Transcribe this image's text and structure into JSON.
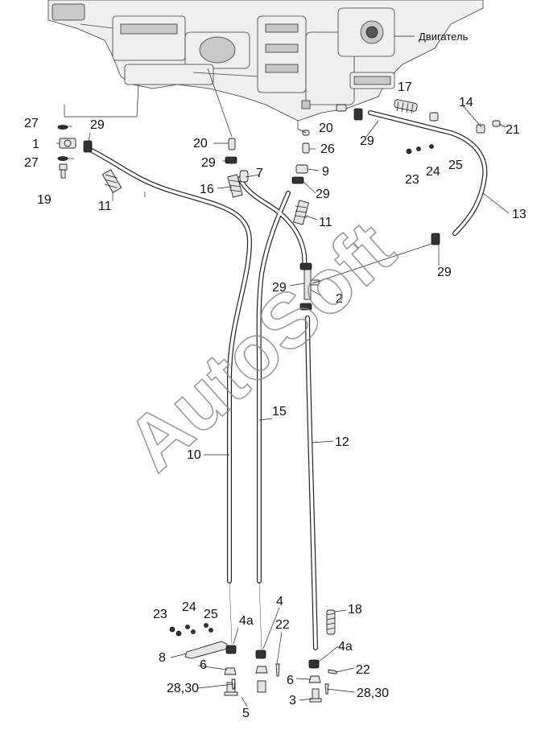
{
  "engine_label": "Двигатель",
  "watermark": "AutoSoft",
  "labels": {
    "l1": "1",
    "l2": "2",
    "l3": "3",
    "l4a": "4",
    "l4b": "4а",
    "l4c": "4а",
    "l5": "5",
    "l6a": "6",
    "l6b": "6",
    "l7": "7",
    "l8": "8",
    "l9": "9",
    "l10": "10",
    "l11a": "11",
    "l11b": "11",
    "l12": "12",
    "l13": "13",
    "l14": "14",
    "l15": "15",
    "l16": "16",
    "l17": "17",
    "l18": "18",
    "l19": "19",
    "l20a": "20",
    "l20b": "20",
    "l21": "21",
    "l22a": "22",
    "l22b": "22",
    "l23a": "23",
    "l23b": "23",
    "l24a": "24",
    "l24b": "24",
    "l25a": "25",
    "l25b": "25",
    "l26": "26",
    "l27a": "27",
    "l27b": "27",
    "l28a": "28,30",
    "l28b": "28,30",
    "l29a": "29",
    "l29b": "29",
    "l29c": "29",
    "l29d": "29",
    "l29e": "29",
    "l29f": "29"
  }
}
